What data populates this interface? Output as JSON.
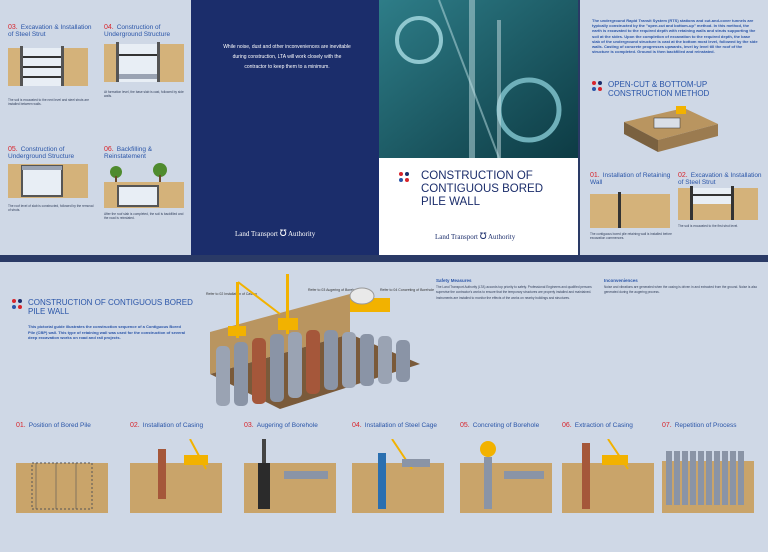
{
  "colors": {
    "navy": "#1b2d6b",
    "blue": "#2a55a8",
    "red": "#d8242b",
    "light": "#cfd8e6",
    "soil": "#c9a46a",
    "pile": "#8a94a6",
    "rust": "#a5573a",
    "crane": "#f2b200"
  },
  "top_left": {
    "steps": [
      {
        "num": "03.",
        "title": "Excavation & Installation of Steel Strut"
      },
      {
        "num": "04.",
        "title": "Construction of Underground Structure"
      },
      {
        "num": "05.",
        "title": "Construction of Underground Structure"
      },
      {
        "num": "06.",
        "title": "Backfilling & Reinstatement"
      }
    ]
  },
  "navy_panel": {
    "quote": "While noise, dust and other inconveniences are inevitable during construction, LTA will work closely with the contractor to keep them to a minimum.",
    "logo_text": "Land Transport",
    "logo_text2": "Authority"
  },
  "cover": {
    "title": "CONSTRUCTION OF CONTIGUOUS BORED PILE WALL",
    "logo_text": "Land Transport",
    "logo_text2": "Authority"
  },
  "top_right": {
    "intro": "The underground Rapid Transit System (RTS) stations and cut-and-cover tunnels are typically constructed by the \"open-cut and bottom-up\" method. In this method, the earth is excavated to the required depth with retaining walls and struts supporting the soil at the sides. Upon the completion of excavation to the required depth, the base slab of the underground structure is cast at the bottom most level, followed by the side walls. Casting of concrete progresses upwards, level by level till the roof of the structure is completed. Ground is then backfilled and reinstated.",
    "method_title": "OPEN-CUT & BOTTOM-UP CONSTRUCTION METHOD",
    "steps": [
      {
        "num": "01.",
        "title": "Installation of Retaining Wall"
      },
      {
        "num": "02.",
        "title": "Excavation & Installation of Steel Strut"
      }
    ]
  },
  "bottom": {
    "title": "CONSTRUCTION OF CONTIGUOUS BORED PILE WALL",
    "intro": "This pictorial guide illustrates the construction sequence of a Contiguous Bored Pile (CBP) wall. This type of retaining wall was used for the construction of several deep excavation works on road and rail projects.",
    "callouts": [
      "Refer to 02 Installation of Casing",
      "Refer to 03 Augering of Borehole",
      "Refer to 04 Concreting of Borehole"
    ],
    "safety_title": "Safety Measures",
    "inconv_title": "Inconveniences",
    "steps": [
      {
        "num": "01.",
        "title": "Position of Bored Pile"
      },
      {
        "num": "02.",
        "title": "Installation of Casing"
      },
      {
        "num": "03.",
        "title": "Augering of Borehole"
      },
      {
        "num": "04.",
        "title": "Installation of Steel Cage"
      },
      {
        "num": "05.",
        "title": "Concreting of Borehole"
      },
      {
        "num": "06.",
        "title": "Extraction of Casing"
      },
      {
        "num": "07.",
        "title": "Repetition of Process"
      }
    ]
  }
}
